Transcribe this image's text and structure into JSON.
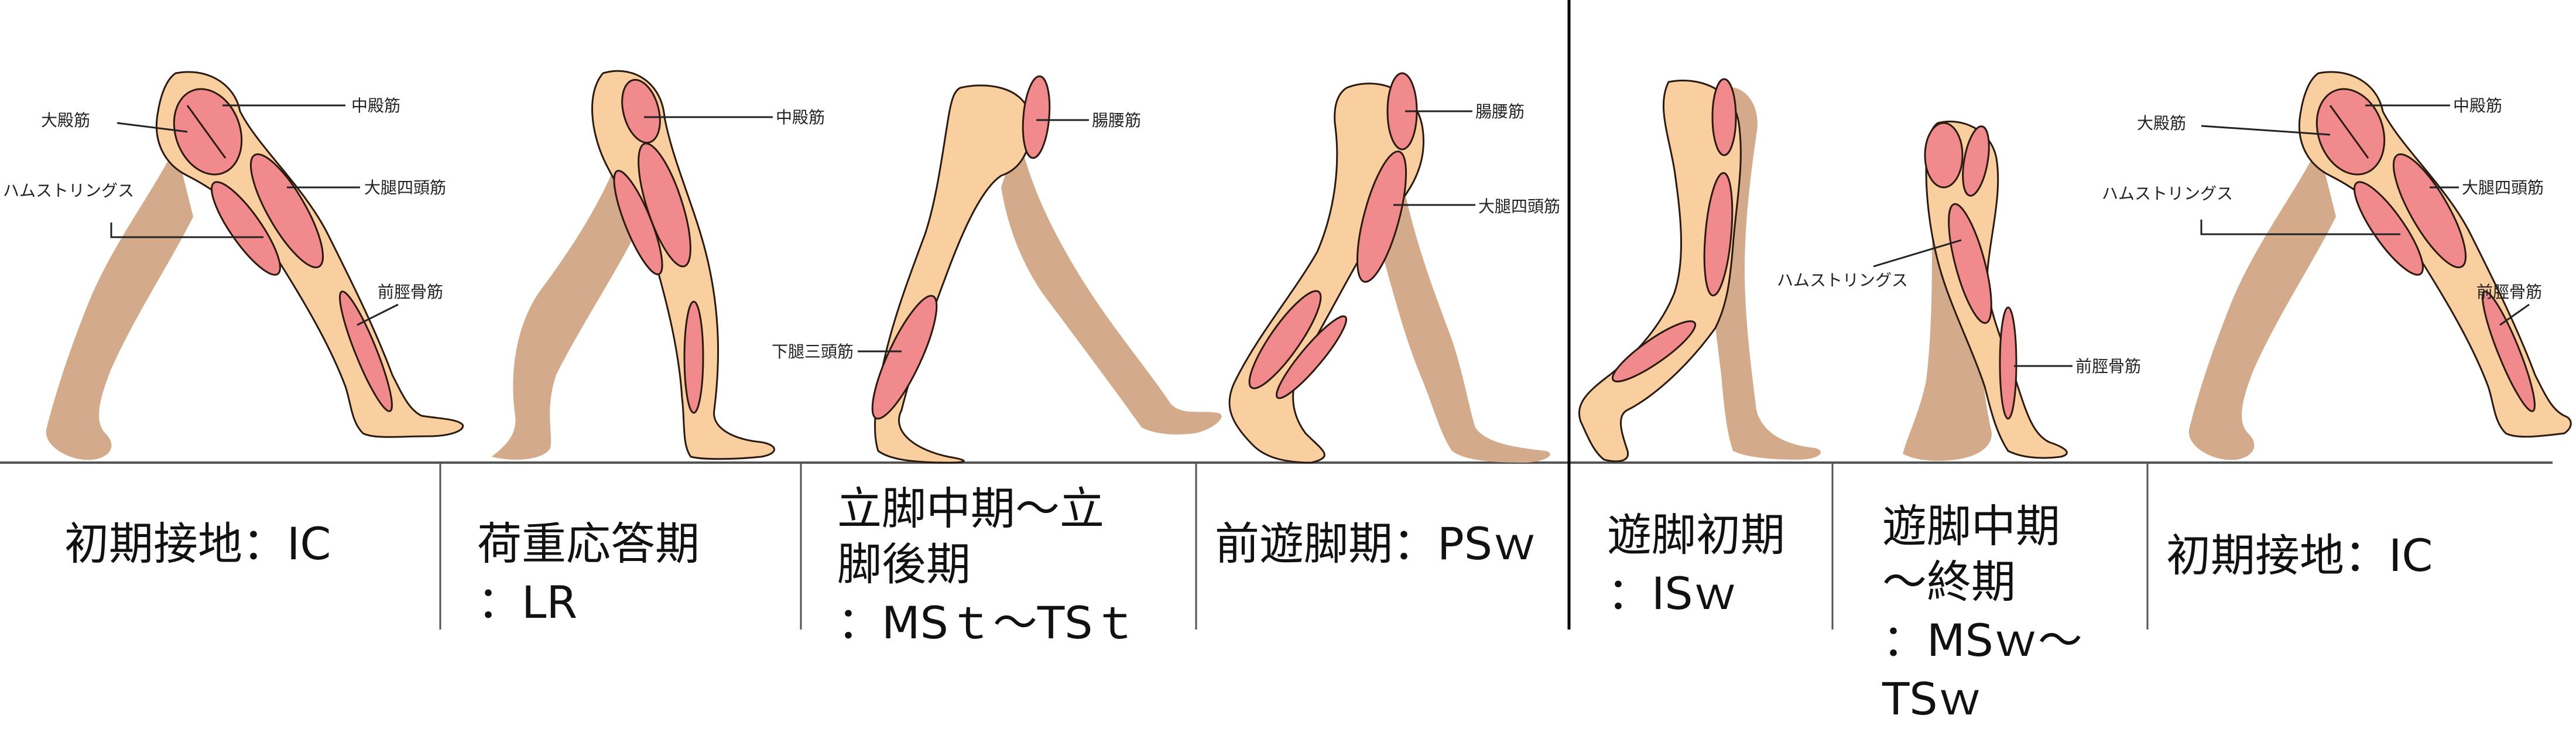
{
  "phases": [
    {
      "lines": [
        "初期接地：IC"
      ]
    },
    {
      "lines": [
        "荷重応答期",
        "：LR"
      ]
    },
    {
      "lines": [
        "立脚中期～立",
        "脚後期",
        "：MSｔ～TSｔ"
      ]
    },
    {
      "lines": [
        "前遊脚期：PSｗ"
      ]
    },
    {
      "lines": [
        "遊脚初期",
        "：ISｗ"
      ]
    },
    {
      "lines": [
        "遊脚中期",
        "～終期",
        "：MSｗ～",
        "TSｗ"
      ]
    },
    {
      "lines": [
        "初期接地：IC"
      ]
    }
  ],
  "muscle_labels": {
    "gluteus_maximus": "大殿筋",
    "gluteus_medius": "中殿筋",
    "hamstrings": "ハムストリングス",
    "quadriceps": "大腿四頭筋",
    "tibialis_anterior": "前脛骨筋",
    "iliopsoas": "腸腰筋",
    "triceps_surae": "下腿三頭筋"
  },
  "colors": {
    "skin_front": "#f9cfa0",
    "skin_back": "#d4ab8a",
    "muscle": "#f08a8c",
    "outline": "#2a1a10",
    "divider": "#000000"
  }
}
